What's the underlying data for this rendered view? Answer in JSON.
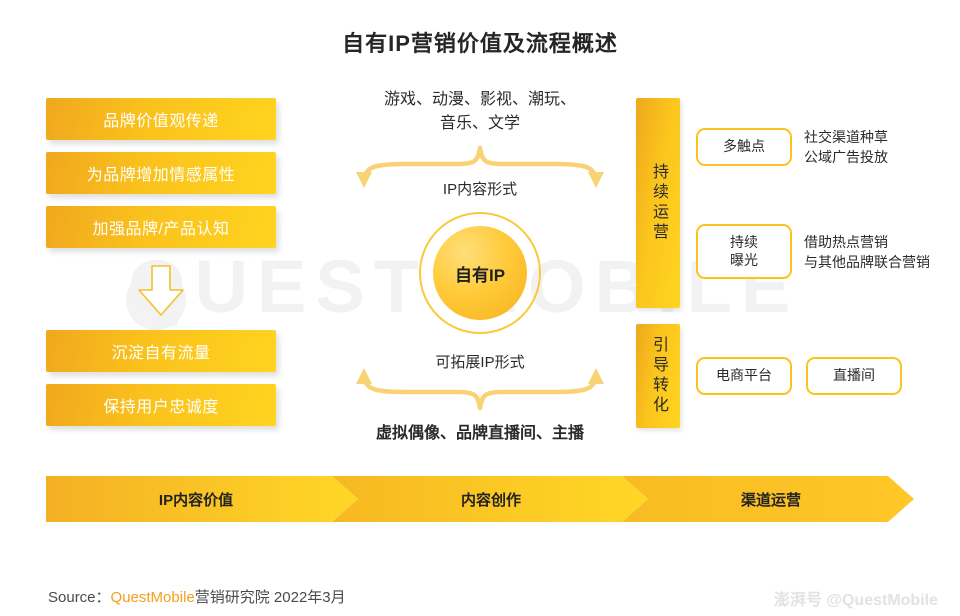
{
  "title": "自有IP营销价值及流程概述",
  "watermark": {
    "center_text": "QUEST MOBILE",
    "footer_text": "澎湃号 @QuestMobile"
  },
  "left_column": {
    "group_top": [
      {
        "label": "品牌价值观传递"
      },
      {
        "label": "为品牌增加情感属性"
      },
      {
        "label": "加强品牌/产品认知"
      }
    ],
    "arrow_icon": "down-arrow-icon",
    "group_bottom": [
      {
        "label": "沉淀自有流量"
      },
      {
        "label": "保持用户忠诚度"
      }
    ]
  },
  "center": {
    "top_text": "游戏、动漫、影视、潮玩、\n音乐、文学",
    "top_brace_label": "IP内容形式",
    "circle_label": "自有IP",
    "bottom_brace_label": "可拓展IP形式",
    "bottom_text": "虚拟偶像、品牌直播间、主播"
  },
  "right_column": {
    "operations": {
      "vertical_label": "持续运营",
      "rows": [
        {
          "tag": "多触点",
          "desc": "社交渠道种草\n公域广告投放"
        },
        {
          "tag": "持续\n曝光",
          "desc": "借助热点营销\n与其他品牌联合营销"
        }
      ]
    },
    "conversion": {
      "vertical_label": "引导转化",
      "tags": [
        {
          "label": "电商平台"
        },
        {
          "label": "直播间"
        }
      ]
    }
  },
  "banner": {
    "steps": [
      {
        "label": "IP内容价值"
      },
      {
        "label": "内容创作"
      },
      {
        "label": "渠道运营"
      }
    ]
  },
  "footer": {
    "source_prefix": "Source：",
    "brand": "QuestMobile",
    "source_suffix": "营销研究院 2022年3月"
  },
  "colors": {
    "accent_orange": "#F2A01E",
    "accent_yellow": "#FFD21E",
    "text_dark": "#262626"
  }
}
